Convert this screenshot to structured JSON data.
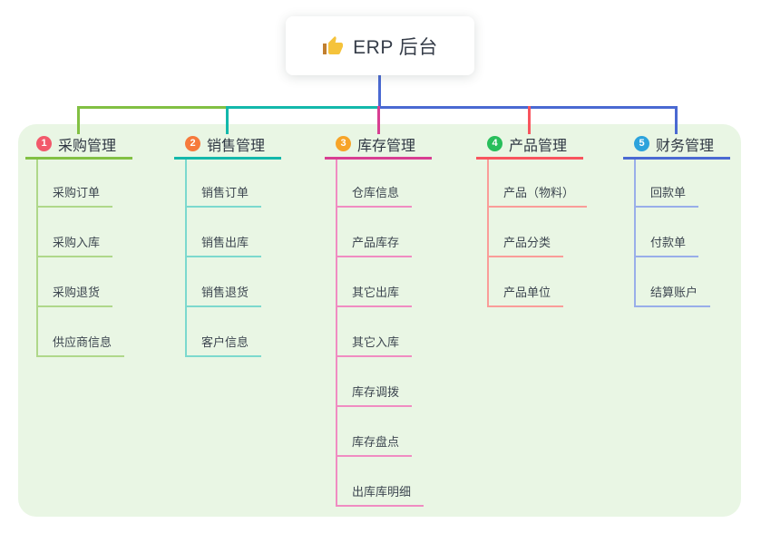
{
  "canvas": {
    "page_background": "#FFFFFF",
    "panel_background": "#E9F6E4"
  },
  "root": {
    "label": "ERP 后台",
    "icon": "thumbs-up-icon",
    "icon_hand_color": "#F5C33B",
    "icon_cuff_color": "#C17F2F",
    "stem_color": "#4A69D2"
  },
  "branches": [
    {
      "badge": "1",
      "badge_color": "#F2596B",
      "label": "采购管理",
      "line_color": "#82C043",
      "child_line_color": "#AFD88A",
      "children": [
        "采购订单",
        "采购入库",
        "采购退货",
        "供应商信息"
      ]
    },
    {
      "badge": "2",
      "badge_color": "#F67A3C",
      "label": "销售管理",
      "line_color": "#13B8AB",
      "child_line_color": "#7CD9CE",
      "children": [
        "销售订单",
        "销售出库",
        "销售退货",
        "客户信息"
      ]
    },
    {
      "badge": "3",
      "badge_color": "#F7A428",
      "label": "库存管理",
      "line_color": "#D83E92",
      "child_line_color": "#F08CC2",
      "children": [
        "仓库信息",
        "产品库存",
        "其它出库",
        "其它入库",
        "库存调拨",
        "库存盘点",
        "出库库明细"
      ]
    },
    {
      "badge": "4",
      "badge_color": "#28BE5B",
      "label": "产品管理",
      "line_color": "#F8545E",
      "child_line_color": "#FA9D99",
      "children": [
        "产品（物料）",
        "产品分类",
        "产品单位"
      ]
    },
    {
      "badge": "5",
      "badge_color": "#2CA3DC",
      "label": "财务管理",
      "line_color": "#4A69D2",
      "child_line_color": "#99AEE9",
      "children": [
        "回款单",
        "付款单",
        "结算账户"
      ]
    }
  ]
}
